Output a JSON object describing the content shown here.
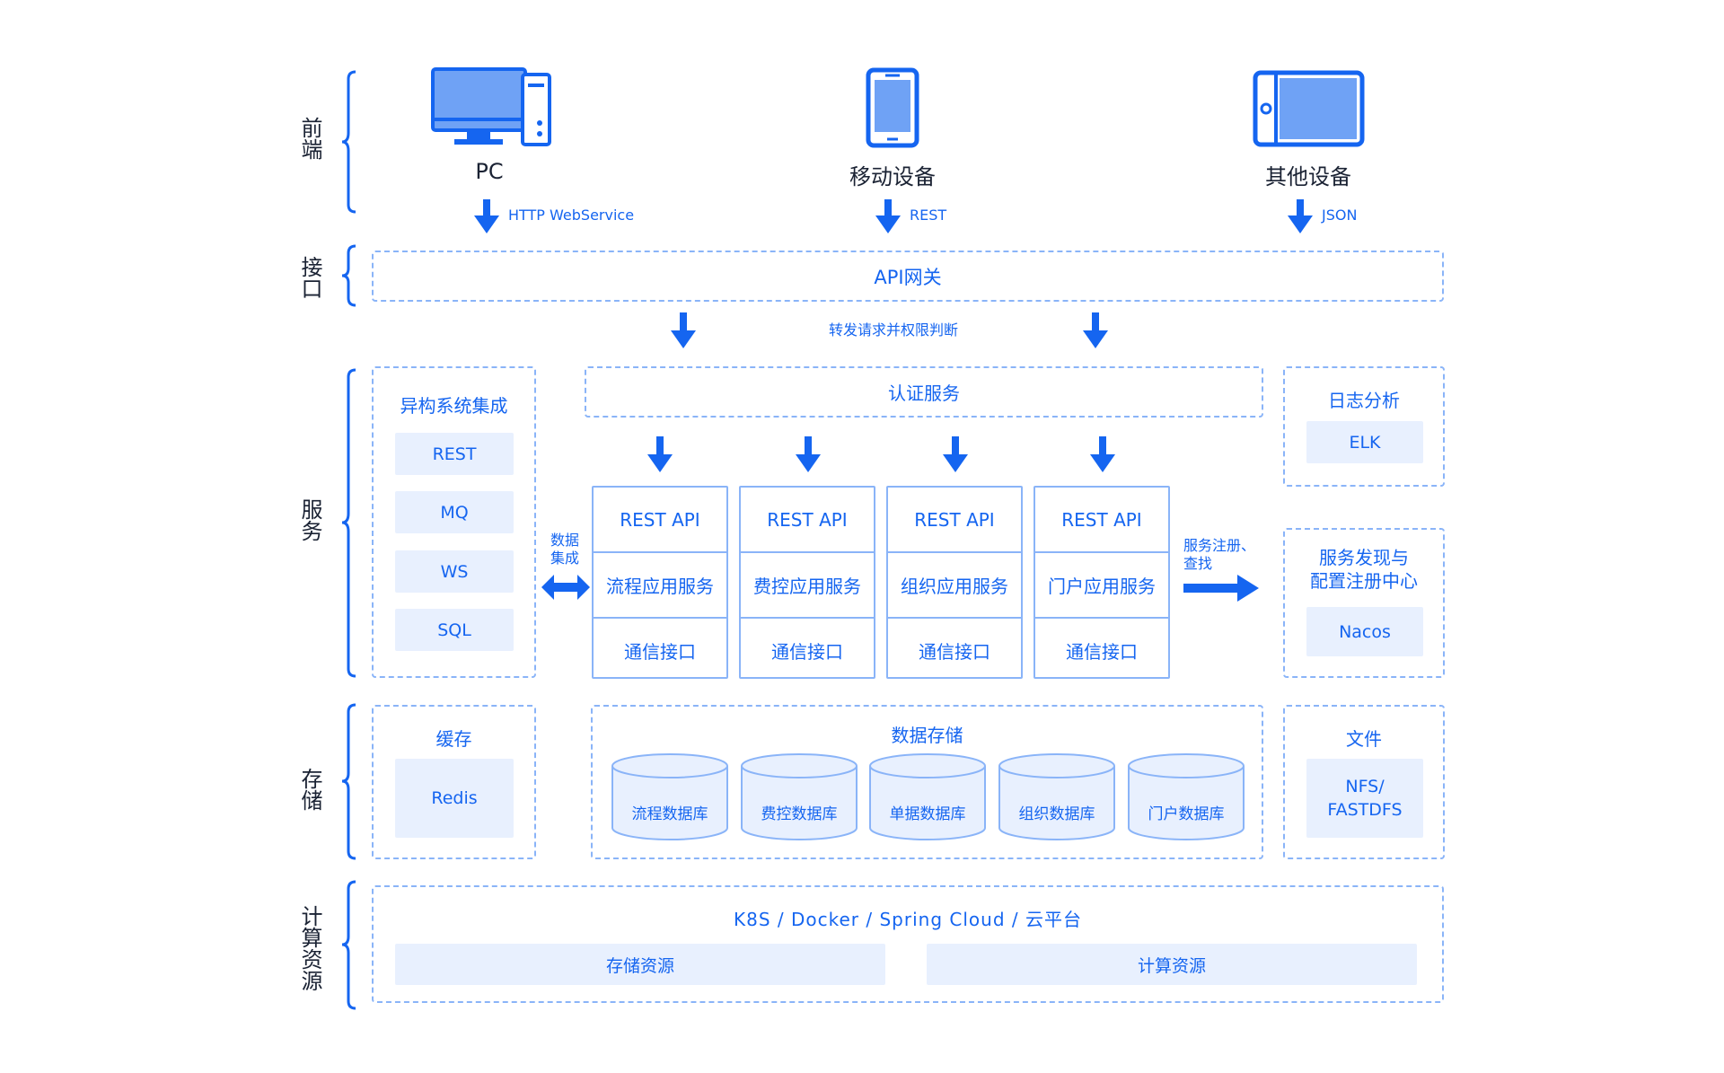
{
  "layers": {
    "frontend": "前端",
    "interface": "接口",
    "service": "服务",
    "storage": "存储",
    "compute": "计算资源"
  },
  "devices": {
    "pc": "PC",
    "mobile": "移动设备",
    "other": "其他设备"
  },
  "protocols": {
    "pc": "HTTP WebService",
    "mobile": "REST",
    "other": "JSON"
  },
  "gateway": {
    "label": "API网关",
    "forward_label": "转发请求并权限判断"
  },
  "heterogeneous": {
    "title": "异构系统集成",
    "items": [
      "REST",
      "MQ",
      "WS",
      "SQL"
    ]
  },
  "data_integration_label": [
    "数据",
    "集成"
  ],
  "auth": {
    "label": "认证服务"
  },
  "services": [
    {
      "api": "REST API",
      "name": "流程应用服务",
      "comm": "通信接口"
    },
    {
      "api": "REST API",
      "name": "费控应用服务",
      "comm": "通信接口"
    },
    {
      "api": "REST API",
      "name": "组织应用服务",
      "comm": "通信接口"
    },
    {
      "api": "REST API",
      "name": "门户应用服务",
      "comm": "通信接口"
    }
  ],
  "registry_arrow_label": [
    "服务注册、",
    "查找"
  ],
  "logging": {
    "title": "日志分析",
    "item": "ELK"
  },
  "discovery": {
    "title_lines": [
      "服务发现与",
      "配置注册中心"
    ],
    "item": "Nacos"
  },
  "cache": {
    "title": "缓存",
    "item": "Redis"
  },
  "data_storage": {
    "title": "数据存储",
    "databases": [
      "流程数据库",
      "费控数据库",
      "单据数据库",
      "组织数据库",
      "门户数据库"
    ]
  },
  "file": {
    "title": "文件",
    "item_lines": [
      "NFS/",
      "FASTDFS"
    ]
  },
  "compute": {
    "platform": "K8S / Docker / Spring Cloud / 云平台",
    "storage_res": "存储资源",
    "compute_res": "计算资源"
  },
  "colors": {
    "primary": "#1565f0",
    "icon_fill": "#6fa2f5",
    "chip_bg": "#e8f0fe",
    "dash_border": "#8ab4f8",
    "label_text": "#1a2233"
  }
}
